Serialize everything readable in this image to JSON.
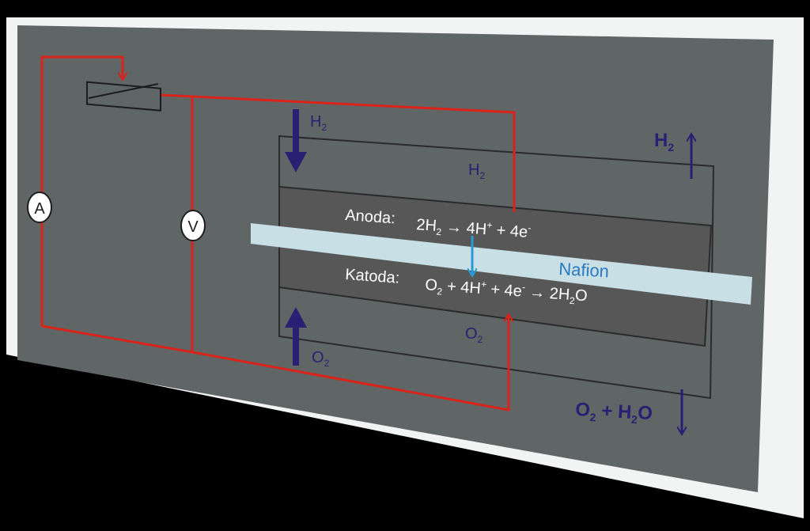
{
  "colors": {
    "background": "#000000",
    "frame": "#f2f4f4",
    "panel": "#5f6665",
    "cell_body": "#575757",
    "membrane": "#c9dfe6",
    "wire": "#d9231b",
    "gas_arrow": "#2a1f72",
    "proton_arrow": "#2a9ad6",
    "label_dark": "#2a1f72",
    "label_light": "#ffffff",
    "nafion_label": "#2b79bf"
  },
  "labels": {
    "ammeter": "A",
    "voltmeter": "V",
    "h2_inlet": {
      "main": "H",
      "sub": "2"
    },
    "h2_chamber": {
      "main": "H",
      "sub": "2"
    },
    "h2_outlet": {
      "main": "H",
      "sub": "2"
    },
    "o2_inlet": {
      "main": "O",
      "sub": "2"
    },
    "o2_chamber": {
      "main": "O",
      "sub": "2"
    },
    "outlet_mix": {
      "o": "O",
      "o_sub": "2",
      "plus": " + H",
      "h_sub": "2",
      "tail": "O"
    },
    "anode_name": "Anoda:",
    "anode_eq": {
      "a": "2H",
      "a_sub": "2",
      "b": " → 4H",
      "b_sup": "+",
      "c": " + 4e",
      "c_sup": "-"
    },
    "cathode_name": "Katoda:",
    "cathode_eq": {
      "a": "O",
      "a_sub": "2",
      "b": " + 4H",
      "b_sup": "+",
      "c": " + 4e",
      "c_sup": "-",
      "d": " → 2H",
      "d_sub": "2",
      "e": "O"
    },
    "membrane": "Nafion"
  }
}
